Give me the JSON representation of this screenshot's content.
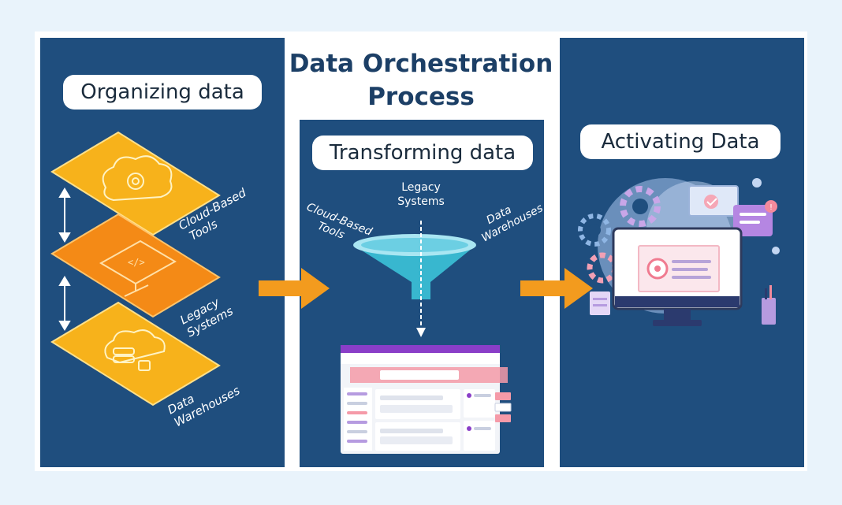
{
  "title": "Data Orchestration Process",
  "stages": {
    "organizing": {
      "heading": "Organizing data",
      "layers": [
        "Cloud-Based Tools",
        "Legacy Systems",
        "Data Warehouses"
      ]
    },
    "transforming": {
      "heading": "Transforming data",
      "inputs": {
        "cloud": "Cloud-Based Tools",
        "legacy": "Legacy Systems",
        "warehouses": "Data Warehouses"
      }
    },
    "activating": {
      "heading": "Activating Data"
    }
  },
  "colors": {
    "panel": "#1f4e7e",
    "layer_yellow": "#f7b21b",
    "layer_orange": "#f48a16",
    "arrow": "#f39b1e",
    "title": "#1c3f66"
  }
}
